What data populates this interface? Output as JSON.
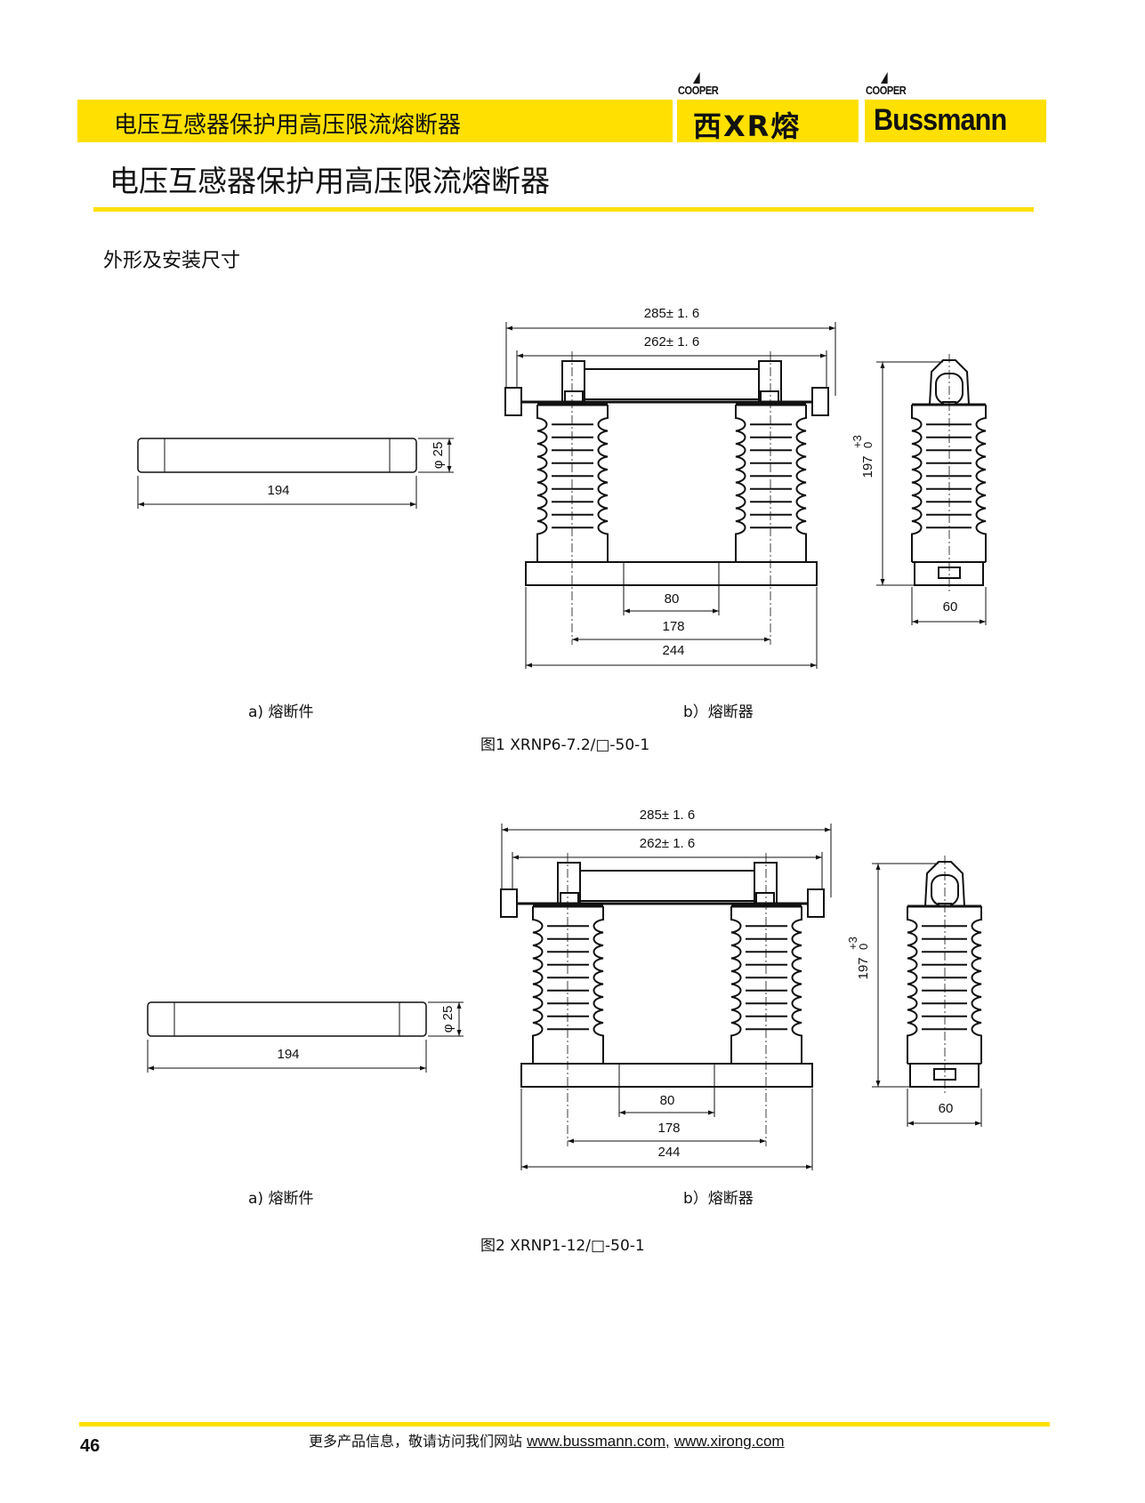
{
  "header": {
    "bar_title": "电压互感器保护用高压限流熔断器",
    "logo1_brand": "COOPER",
    "logo1_text": "西XR熔",
    "logo2_brand": "COOPER",
    "logo2_text": "Bussmann",
    "accent_color": "#ffe000"
  },
  "page_title": "电压互感器保护用高压限流熔断器",
  "section_title": "外形及安装尺寸",
  "figures": [
    {
      "caption": "图1 XRNP6-7.2/□-50-1",
      "part_a_label": "a) 熔断件",
      "part_b_label": "b）熔断器",
      "dims": {
        "element_length": "194",
        "element_dia": "φ 25",
        "overall": "285± 1. 6",
        "inner": "262± 1. 6",
        "hole": "80",
        "centers": "178",
        "base": "244",
        "height": "197",
        "height_tol_upper": "+3",
        "height_tol_lower": "0",
        "depth": "60"
      }
    },
    {
      "caption": "图2  XRNP1-12/□-50-1",
      "part_a_label": "a) 熔断件",
      "part_b_label": "b）熔断器",
      "dims": {
        "element_length": "194",
        "element_dia": "φ 25",
        "overall": "285± 1. 6",
        "inner": "262± 1. 6",
        "hole": "80",
        "centers": "178",
        "base": "244",
        "height": "197",
        "height_tol_upper": "+3",
        "height_tol_lower": "0",
        "depth": "60"
      }
    }
  ],
  "footer": {
    "page_number": "46",
    "text": "更多产品信息，敬请访问我们网站",
    "link1": "www.bussmann.com",
    "separator": ",",
    "link2": "www.xirong.com"
  }
}
